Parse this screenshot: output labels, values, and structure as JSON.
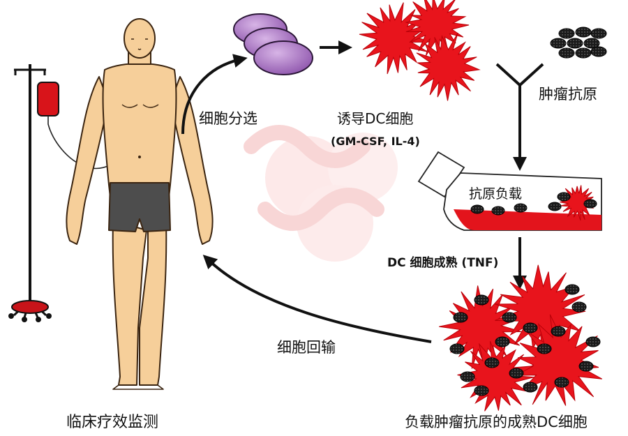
{
  "steps": {
    "cell_selection": "细胞分选",
    "induce_dc": "诱导DC细胞",
    "induce_dc_factors": "(GM-CSF, IL-4)",
    "tumor_antigen": "肿瘤抗原",
    "antigen_loading": "抗原负载",
    "dc_maturation": "DC 细胞成熟 (TNF)",
    "mature_dc": "负载肿瘤抗原的成熟DC细胞",
    "cell_reinfusion": "细胞回输",
    "efficacy_monitoring": "临床疗效监测"
  },
  "colors": {
    "skin": "#f6cf9a",
    "skin_outline": "#3a2410",
    "shorts": "#4d4d4d",
    "dc_red": "#e8141c",
    "dc_red_dark": "#b80008",
    "monocyte": "#b07ac8",
    "antigen": "#1a1a1a",
    "arrow": "#111111",
    "iv_bag": "#d8141a",
    "watermark": "#fbe4e4"
  }
}
